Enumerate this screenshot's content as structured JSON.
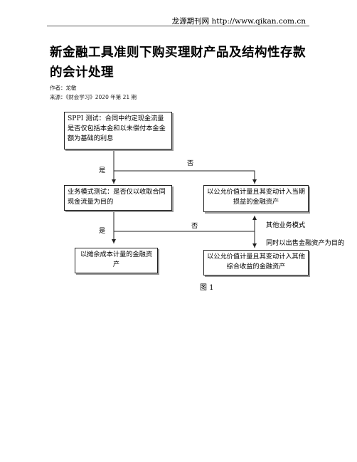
{
  "header": {
    "site": "龙源期刊网 http://www.qikan.com.cn"
  },
  "article": {
    "title": "新金融工具准则下购买理财产品及结构性存款的会计处理",
    "author_label": "作者：龙敏",
    "source_label": "来源：《财会学习》2020 年第 21 期"
  },
  "diagram": {
    "box_sppi": "SPPI 测试：合同中约定现金流量是否仅包括本金和以未偿付本金金额为基础的利息",
    "box_business": "业务模式测试：是否仅以收取合同现金流量为目的",
    "box_fvtpl": "以公允价值计量且其变动计入当期损益的金融资产",
    "box_amortized": "以摊余成本计量的金融资产",
    "box_fvoci": "以公允价值计量且其变动计入其他综合收益的金融资产",
    "label_no_1": "否",
    "label_yes_1": "是",
    "label_no_2": "否",
    "label_yes_2": "是",
    "label_other_model": "其他业务模式",
    "label_sell_purpose": "同时以出售金融资产为目的",
    "caption": "图 1"
  }
}
